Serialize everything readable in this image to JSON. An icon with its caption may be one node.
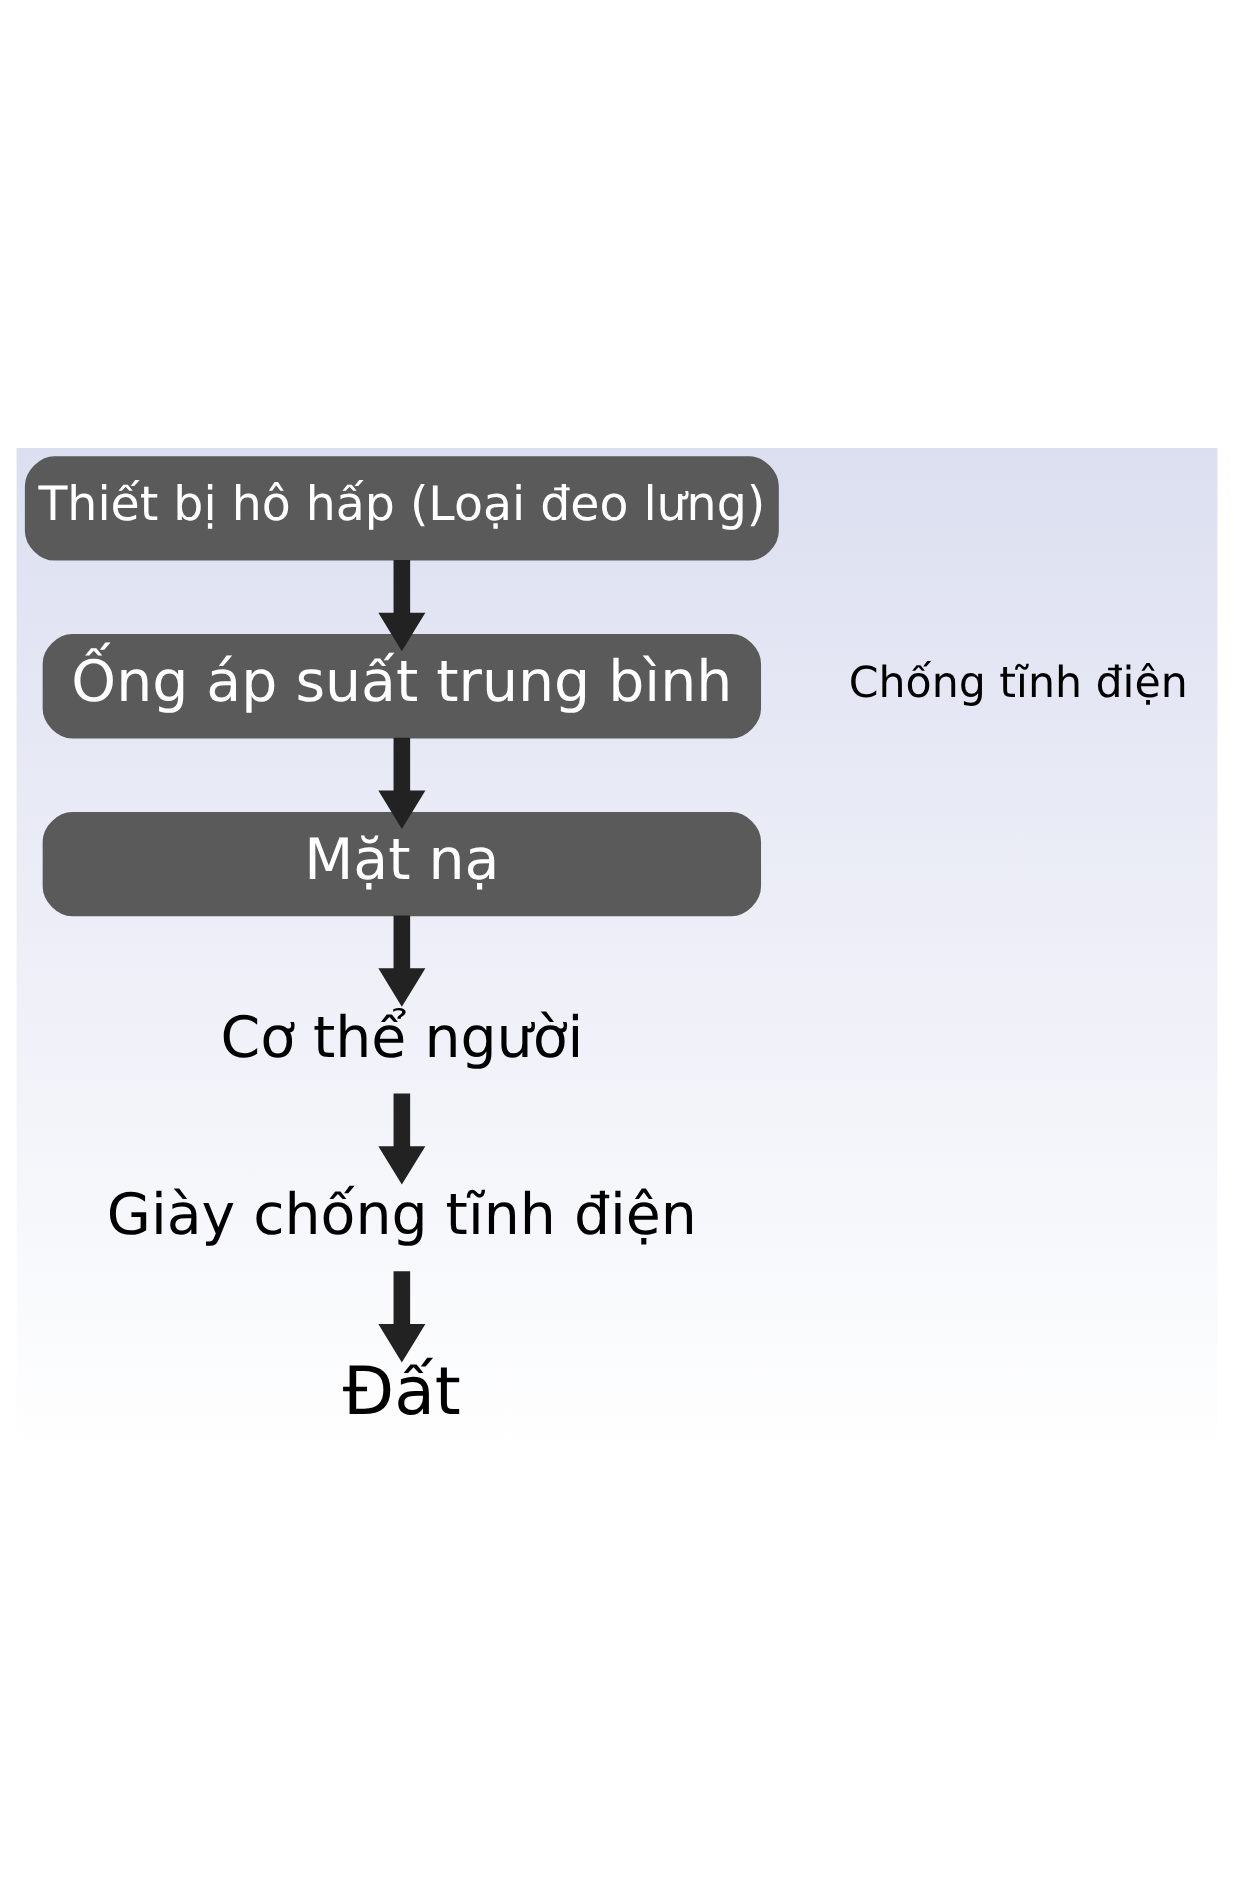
{
  "diagram": {
    "nodes": [
      {
        "text": [
          "Thiết bị hô hấp (Loại đeo lưng)"
        ]
      },
      {
        "text": [
          "Ống áp suất trung bình"
        ]
      },
      {
        "text": [
          "Mặt nạ"
        ]
      },
      {
        "text": [
          "Cơ thể người"
        ]
      },
      {
        "text": [
          "Giày chống tĩnh điện"
        ]
      },
      {
        "text": [
          "Đất"
        ]
      }
    ],
    "edges": [
      {
        "from": 0,
        "to": 1,
        "arrow": "to"
      },
      {
        "from": 1,
        "to": 2,
        "arrow": "to"
      },
      {
        "from": 2,
        "to": 3,
        "arrow": "to"
      },
      {
        "from": 3,
        "to": 4,
        "arrow": "to"
      },
      {
        "from": 4,
        "to": 5,
        "arrow": "to"
      }
    ],
    "labels": [
      "Chống tĩnh điện"
    ]
  }
}
